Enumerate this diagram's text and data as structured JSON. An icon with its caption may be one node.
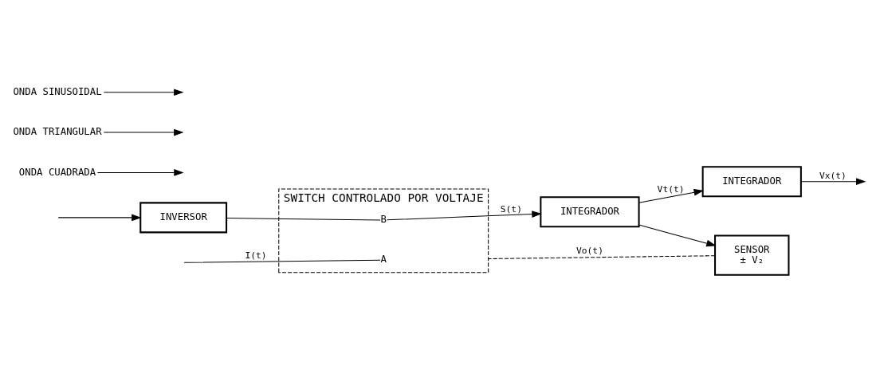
{
  "diagram": {
    "nodes": [
      {
        "text": [
          "SWITCH CONTROLADO POR VOLTAJE"
        ]
      },
      {
        "text": [
          "A"
        ],
        "in": 0
      },
      {
        "text": [
          "B"
        ],
        "in": 0
      },
      {
        "text": [
          "INTEGRADOR"
        ]
      },
      {
        "text": [
          "INTEGRADOR"
        ]
      },
      {
        "text": [
          "INVERSOR"
        ]
      },
      {
        "text": [
          "SENSOR",
          "± V₂"
        ]
      },
      {
        "text": [
          "ONDA CUADRADA"
        ]
      },
      {
        "text": [
          "ONDA TRIANGULAR"
        ]
      },
      {
        "text": [
          "ONDA SINUSOIDAL"
        ]
      }
    ],
    "edges": [
      {
        "from": null,
        "to": 1,
        "arrow": "none",
        "label": "I(t)"
      },
      {
        "from": null,
        "to": 5,
        "arrow": "to"
      },
      {
        "from": 5,
        "to": 2,
        "arrow": "none"
      },
      {
        "from": 2,
        "to": 3,
        "arrow": "to",
        "label": "S(t)"
      },
      {
        "from": 3,
        "to": 4,
        "arrow": "to",
        "label": "Vt(t)"
      },
      {
        "from": 3,
        "to": 6,
        "arrow": "to"
      },
      {
        "from": 4,
        "to": null,
        "arrow": "to",
        "label": "Vx(t)"
      },
      {
        "from": 6,
        "to": 0,
        "arrow": "none",
        "label": "Vo(t)",
        "style": "dashed"
      },
      {
        "from": 7,
        "to": null,
        "arrow": "to"
      },
      {
        "from": 8,
        "to": null,
        "arrow": "to"
      },
      {
        "from": 9,
        "to": null,
        "arrow": "to"
      }
    ]
  }
}
